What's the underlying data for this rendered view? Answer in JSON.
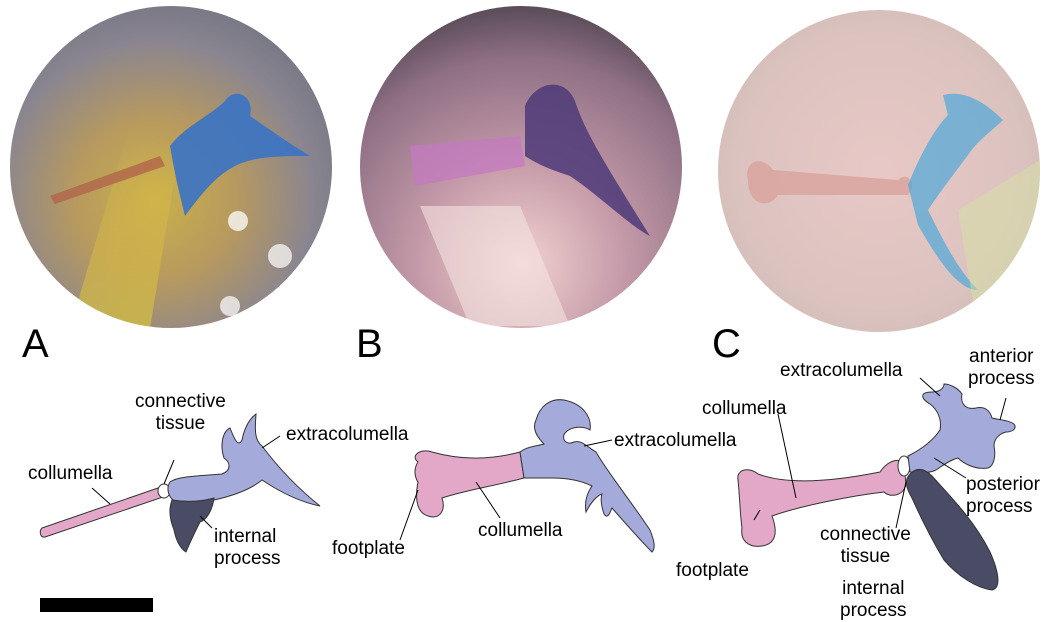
{
  "panels": {
    "a": {
      "letter": "A",
      "labels": {
        "collumella": "collumella",
        "connective_tissue": "connective\ntissue",
        "extracolumella": "extracolumella",
        "internal_process": "internal\nprocess"
      }
    },
    "b": {
      "letter": "B",
      "labels": {
        "footplate": "footplate",
        "collumella": "collumella",
        "extracolumella": "extracolumella"
      }
    },
    "c": {
      "letter": "C",
      "labels": {
        "extracolumella": "extracolumella",
        "anterior_process": "anterior\nprocess",
        "collumella": "collumella",
        "posterior_process": "posterior\nprocess",
        "footplate": "footplate",
        "connective_tissue": "connective\ntissue",
        "internal_process": "internal\nprocess"
      }
    }
  },
  "colors": {
    "collumella": "#e3a8c8",
    "extracolumella": "#a4abdb",
    "internal_process": "#4a4c66",
    "connective_tissue": "#ffffff",
    "outline": "#333333"
  }
}
